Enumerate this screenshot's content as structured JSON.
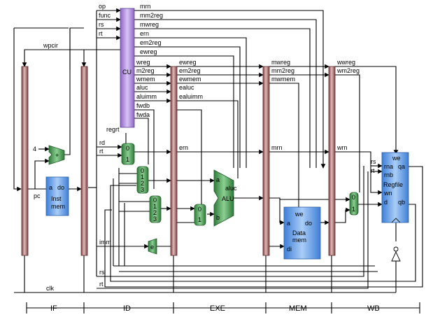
{
  "cu": {
    "name": "CU",
    "inputs": [
      "op",
      "func",
      "rs",
      "rt"
    ],
    "top_outputs": [
      "mrn",
      "mm2reg",
      "mwreg",
      "ern",
      "em2reg",
      "ewreg"
    ],
    "outputs": [
      "wreg",
      "m2reg",
      "wmem",
      "aluc",
      "aluimm",
      "fwdb",
      "fwda"
    ],
    "regrt": "regrt"
  },
  "signals": {
    "wpcir": "wpcir",
    "four": "4",
    "pc": "pc",
    "rd": "rd",
    "rt": "rt",
    "imm": "imm",
    "clk": "clk",
    "rs_bottom": "rs",
    "rt_bottom": "rt",
    "ern": "ern",
    "mrn": "mrn",
    "wrn": "wrn",
    "rs_right": "rs",
    "rt_right": "rt"
  },
  "exe_labels": [
    "ewreg",
    "em2reg",
    "ewmem",
    "ealuc",
    "ealuimm"
  ],
  "mem_labels": [
    "mwreg",
    "mm2reg",
    "mwmem"
  ],
  "wb_labels": [
    "wwreg",
    "wm2reg"
  ],
  "inst_mem": {
    "a": "a",
    "do": "do",
    "line1": "Inst",
    "line2": "mem"
  },
  "alu": {
    "a": "a",
    "aluc": "aluc",
    "name": "ALU",
    "b": "b"
  },
  "data_mem": {
    "we": "we",
    "a": "a",
    "do": "do",
    "line1": "Data",
    "line2": "mem",
    "di": "di"
  },
  "regfile": {
    "we": "we",
    "rna": "rna",
    "qa": "qa",
    "rnb": "rnb",
    "name": "Regfile",
    "wn": "wn",
    "d": "d",
    "qb": "qb"
  },
  "mux": {
    "zero": "0",
    "one": "1",
    "two": "2",
    "three": "3"
  },
  "extender": "e",
  "adder": "+",
  "stages": [
    "IF",
    "ID",
    "EXE",
    "MEM",
    "WB"
  ],
  "colors": {
    "pipeline_register": "#b97777",
    "cu_fill": "#b794e6",
    "memory_fill": "#6aa6ec",
    "mux_fill": "#4f9b58",
    "alu_fill": "#3f9a4c"
  }
}
